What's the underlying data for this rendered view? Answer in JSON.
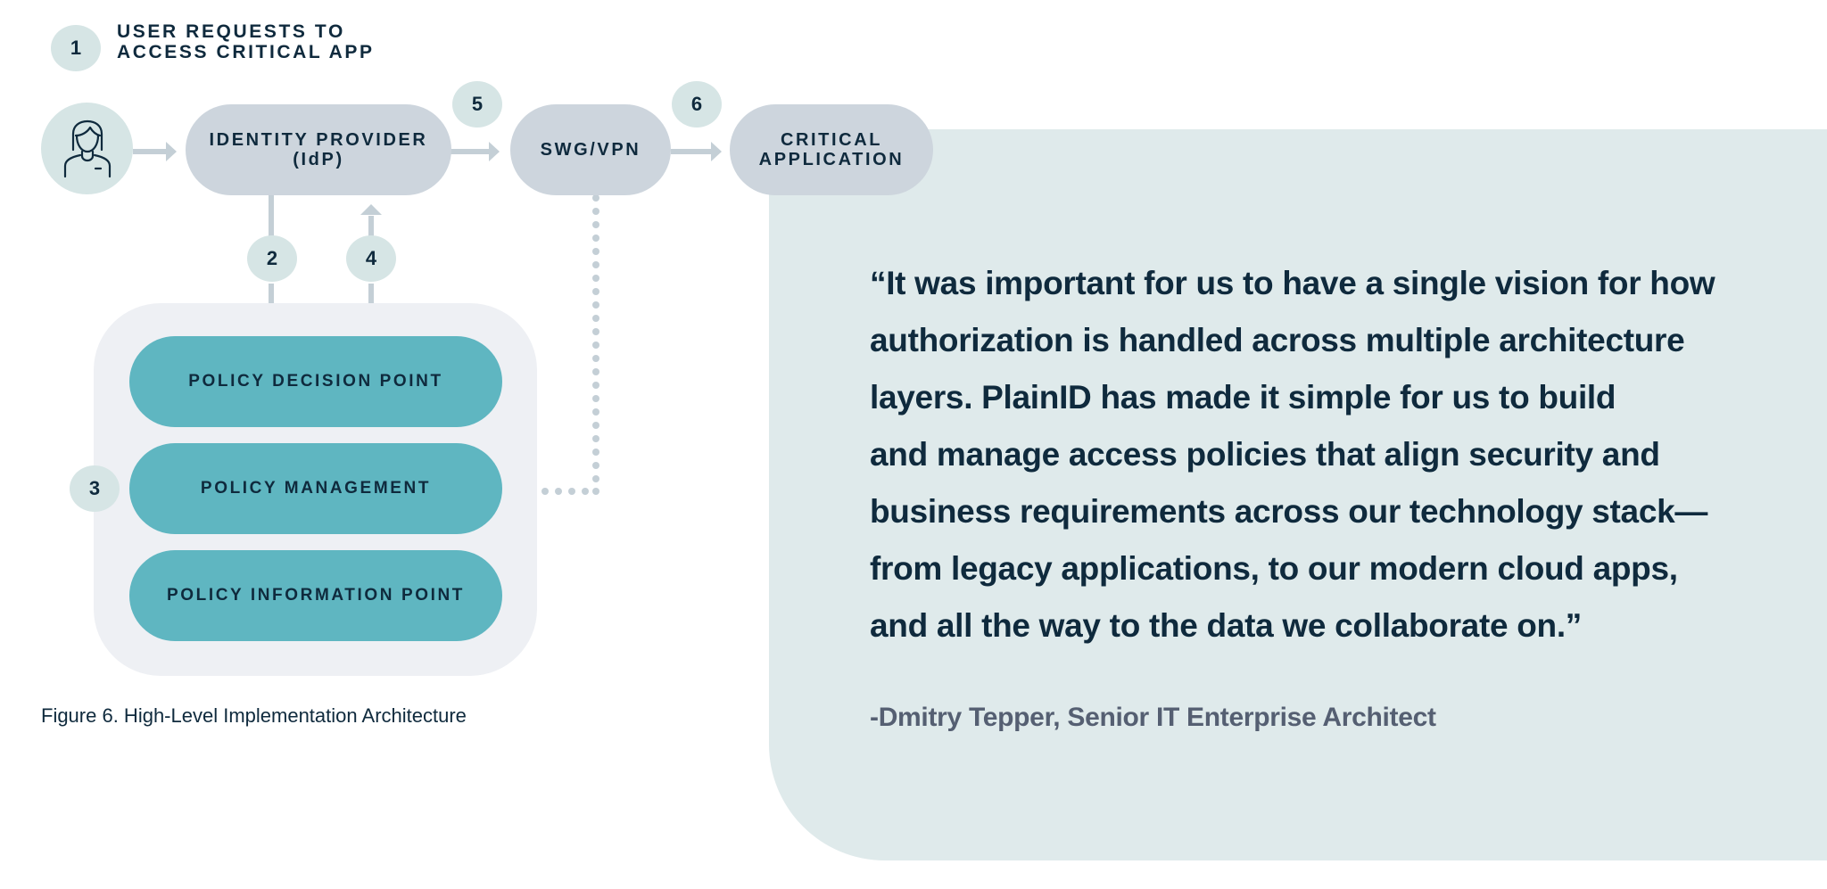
{
  "figure": {
    "caption": "Figure 6. High-Level Implementation Architecture",
    "steps": {
      "s1": "1",
      "s2": "2",
      "s3": "3",
      "s4": "4",
      "s5": "5",
      "s6": "6"
    },
    "step1_label": "USER REQUESTS TO\nACCESS  CRITICAL APP",
    "nodes": {
      "user": "user-icon",
      "idp": "IDENTITY PROVIDER\n(IdP)",
      "swg": "SWG/VPN",
      "critical_app": "CRITICAL\nAPPLICATION"
    },
    "policy_group": {
      "pdp": "POLICY DECISION POINT",
      "pm": "POLICY MANAGEMENT",
      "pip": "POLICY INFORMATION POINT"
    },
    "colors": {
      "dark_text": "#0f2a3d",
      "badge": "#d6e5e5",
      "gray_node": "#cdd5dd",
      "teal_node": "#5fb6c1",
      "group_bg": "#eef0f4",
      "connector": "#c4cfd6",
      "quote_panel": "#dfeaeb",
      "author_text": "#555f72"
    }
  },
  "quote": {
    "text": "“It was important for us to have a single vision for how\nauthorization is handled across multiple architecture\nlayers. PlainID has made it simple for us to build\nand manage access policies that align security and\nbusiness requirements across our technology stack—\nfrom legacy applications, to our modern cloud apps,\nand all the way to the data we collaborate on.”",
    "author": "-Dmitry Tepper, Senior IT Enterprise Architect"
  }
}
